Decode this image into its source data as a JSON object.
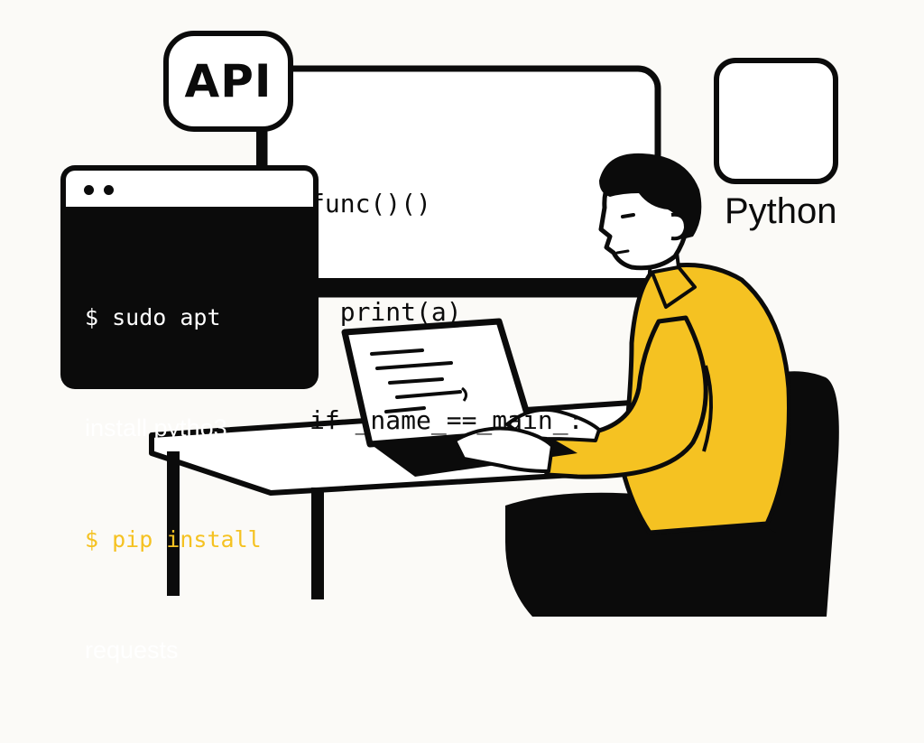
{
  "api_badge": {
    "label": "API"
  },
  "code_editor": {
    "lines": [
      "func()()",
      "  print(a)",
      "if _name_==_main_:"
    ]
  },
  "terminal": {
    "lines": [
      "$ sudo apt",
      "install pytho3",
      "$ pip install",
      "requests"
    ]
  },
  "python_logo": {
    "label": "Python"
  },
  "colors": {
    "accent_yellow": "#f5c222",
    "ink": "#0b0b0b",
    "background": "#fbfaf7"
  },
  "icons": [
    "api-badge-icon",
    "python-logo-icon",
    "window-dot-icon"
  ]
}
